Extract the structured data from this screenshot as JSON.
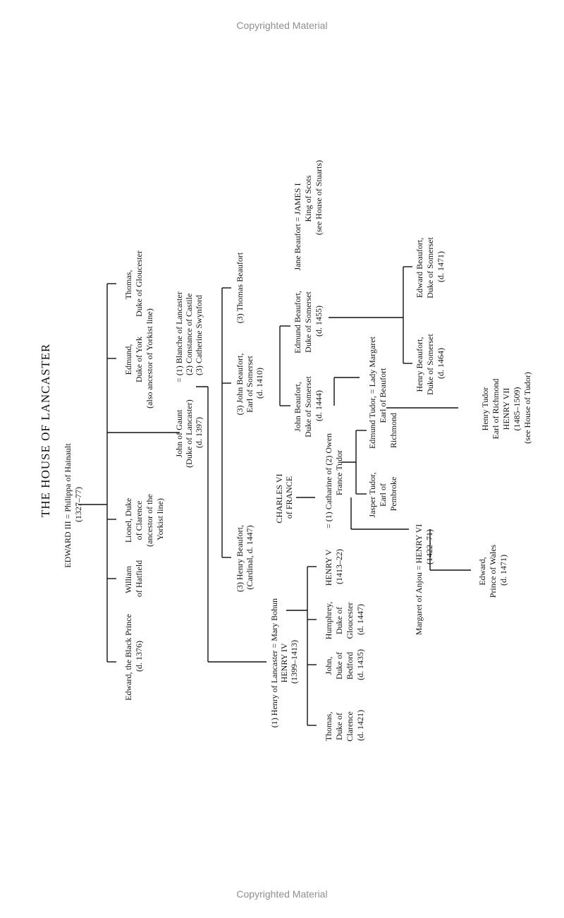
{
  "watermark": "Copyrighted Material",
  "title": "THE HOUSE OF LANCASTER",
  "people": {
    "edward3": [
      "EDWARD III = Philippa of Hainault",
      "(1327–77)"
    ],
    "black_prince": [
      "Edward, the Black Prince",
      "(d. 1376)"
    ],
    "william": [
      "William",
      "of Hatfield"
    ],
    "lionel": [
      "Lionel, Duke",
      "of Clarence",
      "(ancestor of the",
      "Yorkist line)"
    ],
    "john_of_gaunt": [
      "John of Gaunt",
      "(Duke of Lancaster)",
      "(d. 1397)"
    ],
    "gaunt_wives": [
      "= (1) Blanche of Lancaster",
      "(2) Constance of Castile",
      "(3) Catherine Swynford"
    ],
    "edmund_york": [
      "Edmund,",
      "Duke of York",
      "(also ancestor of Yorkist line)"
    ],
    "thomas_gloucester": [
      "Thomas,",
      "Duke of Gloucester"
    ],
    "henry4": [
      "(1) Henry of Lancaster = Mary Bohun",
      "HENRY IV",
      "(1399–1413)"
    ],
    "henry_beaufort_cardinal": [
      "(3) Henry Beaufort,",
      "(Cardinal, d. 1447)"
    ],
    "john_beaufort_1410": [
      "(3) John Beaufort,",
      "Earl of Somerset",
      "(d. 1410)"
    ],
    "thomas_beaufort": [
      "(3) Thomas Beaufort"
    ],
    "thomas_clarence": [
      "Thomas,",
      "Duke of",
      "Clarence",
      "(d. 1421)"
    ],
    "john_bedford": [
      "John,",
      "Duke of",
      "Bedford",
      "(d. 1435)"
    ],
    "humphrey": [
      "Humphrey,",
      "Duke of",
      "Gloucester",
      "(d. 1447)"
    ],
    "henry5": [
      "HENRY V",
      "(1413–22)"
    ],
    "charles6": [
      "CHARLES VI",
      "of FRANCE"
    ],
    "catharine": [
      "= (1) Catharine of (2) Owen",
      "France Tudor"
    ],
    "margaret_anjou": [
      "Margaret of Anjou = HENRY VI",
      "(1422–71)"
    ],
    "edward_wales": [
      "Edward,",
      "Prince of Wales",
      "(d. 1471)"
    ],
    "jasper": [
      "Jasper Tudor,",
      "Earl of",
      "Pembroke"
    ],
    "edmund_tudor": [
      "Edmund Tudor, = Lady Margaret",
      "Earl of Beaufort",
      "Richmond"
    ],
    "john_beaufort_1444": [
      "John Beaufort,",
      "Duke of Somerset",
      "(d. 1444)"
    ],
    "edmund_beaufort": [
      "Edmund Beaufort,",
      "Duke of Somerset",
      "(d. 1455)"
    ],
    "jane_beaufort": [
      "Jane Beaufort = JAMES I",
      "King of Scots",
      "(see House of Stuarts)"
    ],
    "henry_beaufort_1464": [
      "Henry Beaufort,",
      "Duke of Somerset",
      "(d. 1464)"
    ],
    "edward_beaufort": [
      "Edward Beaufort,",
      "Duke of Somerset",
      "(d. 1471)"
    ],
    "henry7": [
      "Henry Tudor",
      "Earl of Richmond",
      "HENRY VII",
      "(1485–1509)",
      "(see House of Tudor)"
    ]
  }
}
